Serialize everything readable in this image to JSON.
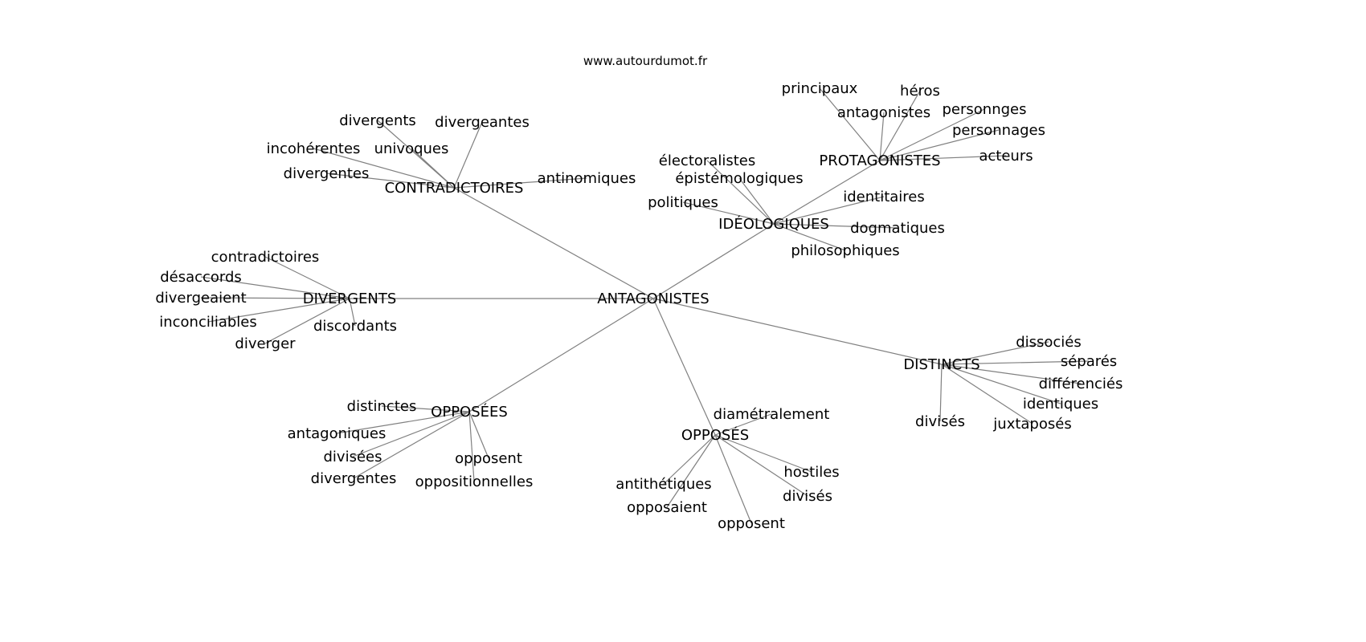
{
  "title": "www.autourdumot.fr",
  "colors": {
    "edge": "#808080",
    "text": "#000000",
    "background": "#ffffff"
  },
  "graph": {
    "root": "ANTAGONISTES",
    "groups": [
      {
        "label": "CONTRADICTOIRES",
        "parent": "ANTAGONISTES",
        "children": [
          "divergents",
          "divergeantes",
          "incohérentes",
          "univoques",
          "divergentes",
          "antinomiques"
        ]
      },
      {
        "label": "IDÉOLOGIQUES",
        "parent": "ANTAGONISTES",
        "children": [
          "électoralistes",
          "épistémologiques",
          "politiques",
          "identitaires",
          "dogmatiques",
          "philosophiques"
        ]
      },
      {
        "label": "PROTAGONISTES",
        "parent": "IDÉOLOGIQUES",
        "children": [
          "principaux",
          "héros",
          "antagonistes",
          "personnges",
          "personnages",
          "acteurs"
        ]
      },
      {
        "label": "DIVERGENTS",
        "parent": "ANTAGONISTES",
        "children": [
          "contradictoires",
          "désaccords",
          "divergeaient",
          "inconciliables",
          "diverger",
          "discordants"
        ]
      },
      {
        "label": "OPPOSÉES",
        "parent": "ANTAGONISTES",
        "children": [
          "distinctes",
          "antagoniques",
          "divisées",
          "divergentes",
          "oppositionnelles",
          "opposent"
        ]
      },
      {
        "label": "OPPOSÉS",
        "parent": "ANTAGONISTES",
        "children": [
          "diamétralement",
          "antithétiques",
          "opposaient",
          "opposent",
          "divisés",
          "hostiles"
        ]
      },
      {
        "label": "DISTINCTS",
        "parent": "ANTAGONISTES",
        "children": [
          "dissociés",
          "séparés",
          "différenciés",
          "identiques",
          "juxtaposés",
          "divisés"
        ]
      }
    ]
  }
}
